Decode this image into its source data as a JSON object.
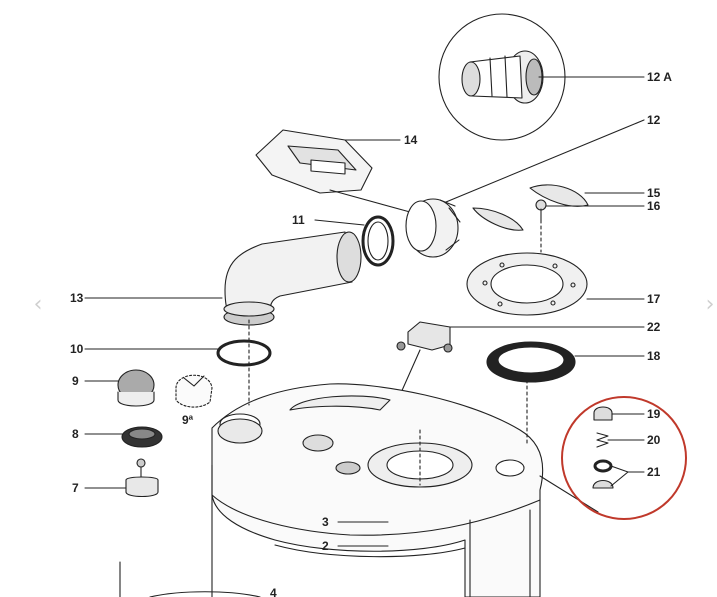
{
  "diagram": {
    "labels": {
      "l12a": "12 A",
      "l12": "12",
      "l14": "14",
      "l15": "15",
      "l16": "16",
      "l11": "11",
      "l13": "13",
      "l17": "17",
      "l22": "22",
      "l10": "10",
      "l18": "18",
      "l9": "9",
      "l9a": "9ª",
      "l19": "19",
      "l8": "8",
      "l20": "20",
      "l21": "21",
      "l7": "7",
      "l3": "3",
      "l2": "2",
      "l4": "4"
    },
    "highlight_color": "#c0392b",
    "line_color": "#222222"
  },
  "nav": {
    "prev_icon": "‹",
    "next_icon": "›"
  }
}
